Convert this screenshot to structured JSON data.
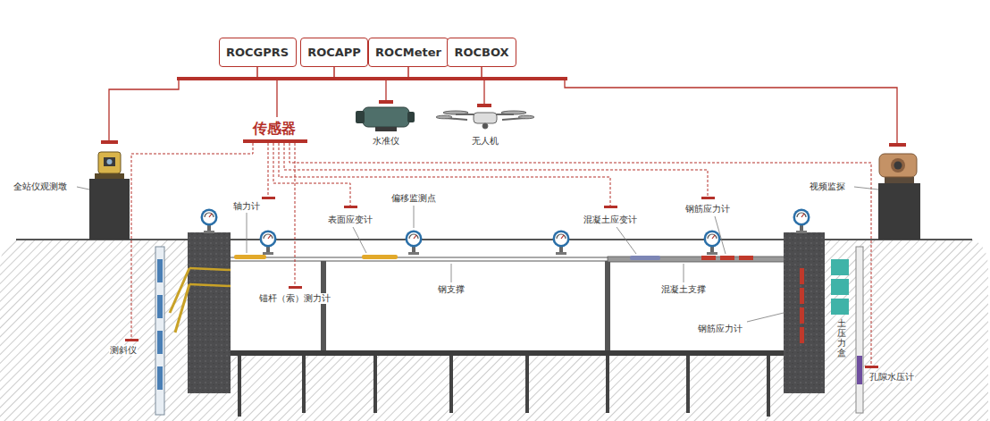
{
  "diagram": {
    "nodes": [
      {
        "text": [
          "ROCGPRS"
        ]
      },
      {
        "text": [
          "ROCAPP"
        ]
      },
      {
        "text": [
          "ROCMeter"
        ]
      },
      {
        "text": [
          "ROCBOX"
        ]
      }
    ],
    "labels": [
      "传感器",
      "水准仪",
      "无人机",
      "全站仪观测墩",
      "视频监探",
      "轴力计",
      "表面应变计",
      "偏移监测点",
      "混凝土应变计",
      "钢筋应力计",
      "测斜仪",
      "锚杆（索）测力计",
      "钢支撑",
      "混凝土支撑",
      "钢筋应力计",
      "土压力盒",
      "孔隙水压计"
    ]
  }
}
